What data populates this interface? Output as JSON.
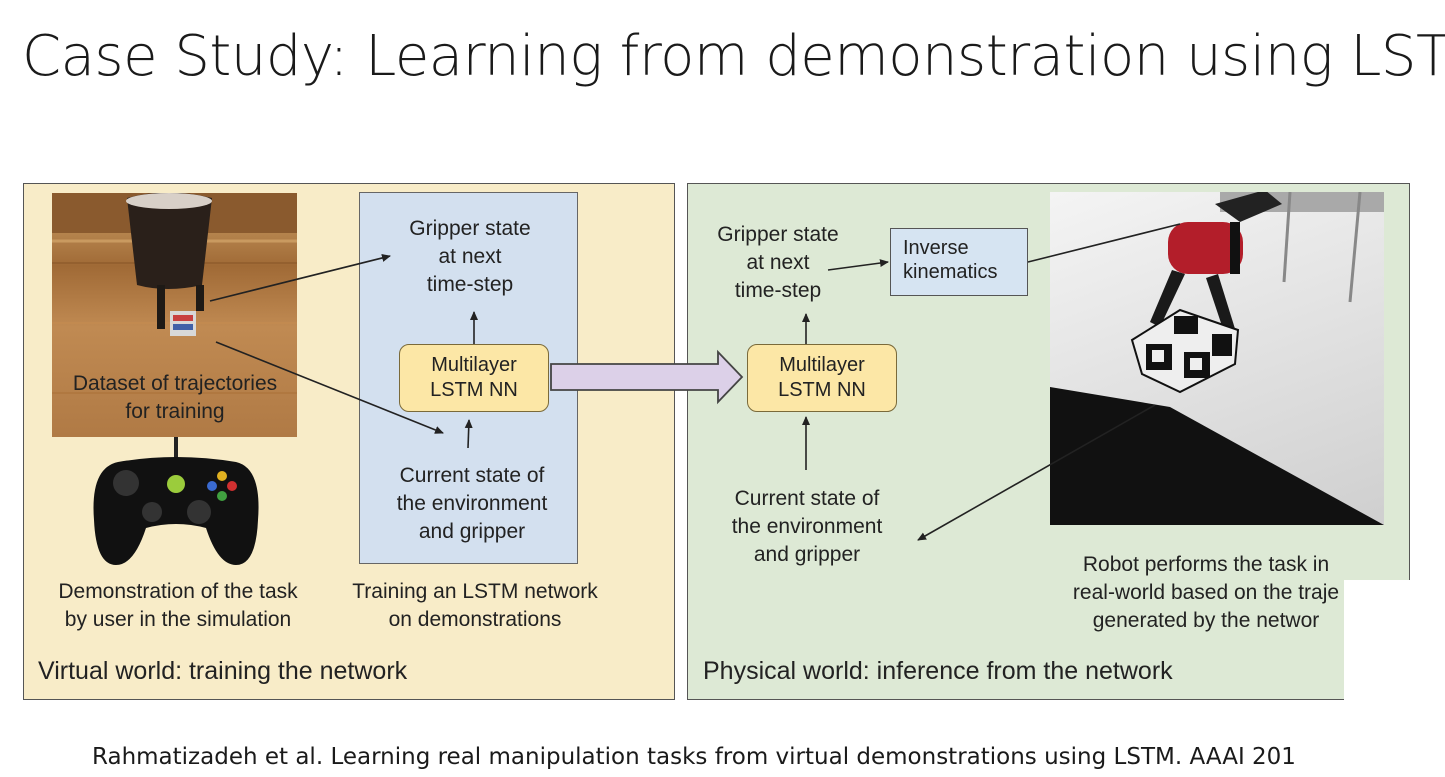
{
  "title": "Case Study: Learning from demonstration using LSTM",
  "left_panel": {
    "caption": "Virtual world: training the network",
    "sim_label": "Dataset of trajectories\nfor training",
    "demo_label": "Demonstration of the task\nby user in the simulation",
    "training_label": "Training an LSTM network\non demonstrations",
    "gripper_next": "Gripper state\nat next\ntime-step",
    "lstm": "Multilayer\nLSTM NN",
    "current_state": "Current state of\nthe environment\nand gripper"
  },
  "right_panel": {
    "caption": "Physical world: inference from the network",
    "gripper_next": "Gripper state\nat next\ntime-step",
    "inverse_kinematics": "Inverse\nkinematics",
    "lstm": "Multilayer\nLSTM NN",
    "current_state": "Current state of\nthe environment\nand gripper",
    "robot_label": "Robot performs the task in\nreal-world based on the traje\ngenerated by the networ"
  },
  "footer": "Rahmatizadeh et al. Learning real manipulation tasks from virtual demonstrations using LSTM. AAAI 201",
  "colors": {
    "left_panel_bg": "#f8ecc8",
    "right_panel_bg": "#dde9d5",
    "blue_box_bg": "#d3e0ef",
    "lstm_box_bg": "#fce7a6",
    "big_arrow_fill": "#dcd0e8"
  },
  "icons": [
    "gamepad-icon",
    "simulation-image",
    "robot-gripper-photo"
  ]
}
